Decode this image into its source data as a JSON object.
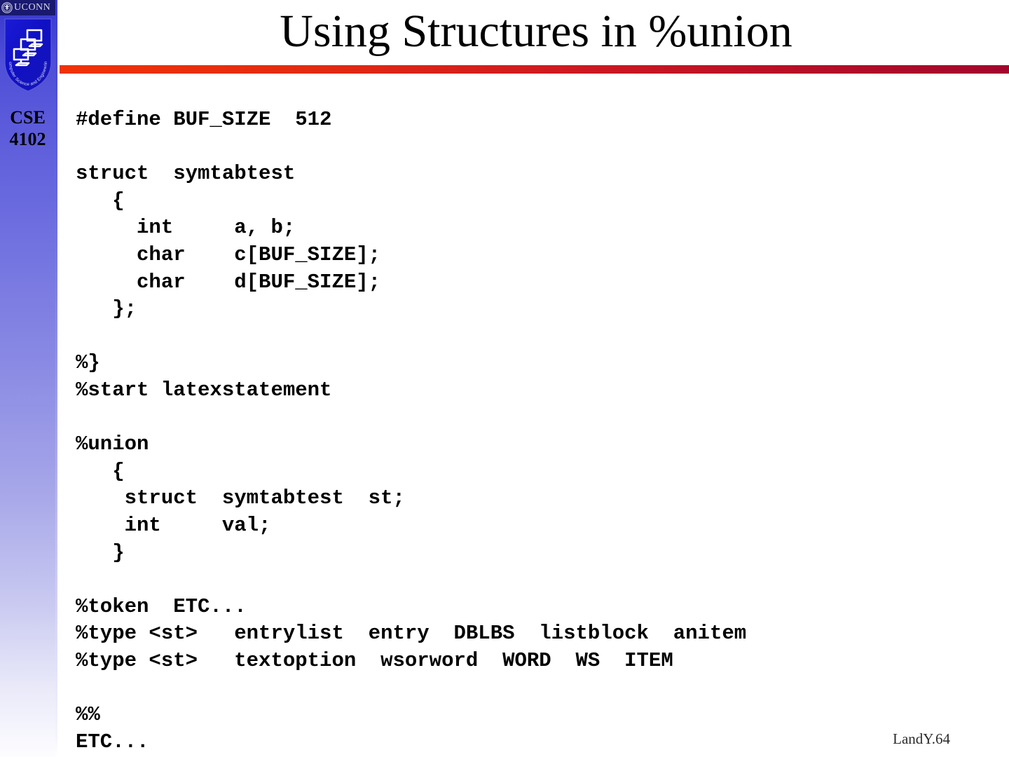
{
  "slide": {
    "title": "Using Structures in %union",
    "footer": "LandY.64",
    "accent_bar_left_color": "#f03206",
    "accent_bar_right_color": "#a2062c",
    "sidebar_top_color": "#2b2bbf",
    "sidebar_bottom_color": "#fdfdff",
    "background_color": "#ffffff",
    "text_color": "#000000"
  },
  "sidebar": {
    "brand_band": {
      "icon": "uconn-seal-icon",
      "wordmark": "UCONN"
    },
    "shield": {
      "icon": "cse-shield-icon",
      "shield_color": "#1111cc",
      "curved_text": "Computer Science and Engineering",
      "emblem": "three-stacked-computer-monitors"
    },
    "course": {
      "line1": "CSE",
      "line2": "4102"
    }
  },
  "code": {
    "language": "yacc",
    "lines": [
      "#define BUF_SIZE  512",
      "",
      "struct  symtabtest",
      "   {",
      "     int     a, b;",
      "     char    c[BUF_SIZE];",
      "     char    d[BUF_SIZE];",
      "   };",
      "",
      "%}",
      "%start latexstatement",
      "",
      "%union",
      "   {",
      "    struct  symtabtest  st;",
      "    int     val;",
      "   }",
      "",
      "%token  ETC...",
      "%type <st>   entrylist  entry  DBLBS  listblock  anitem",
      "%type <st>   textoption  wsorword  WORD  WS  ITEM",
      "",
      "%%",
      "ETC..."
    ]
  }
}
